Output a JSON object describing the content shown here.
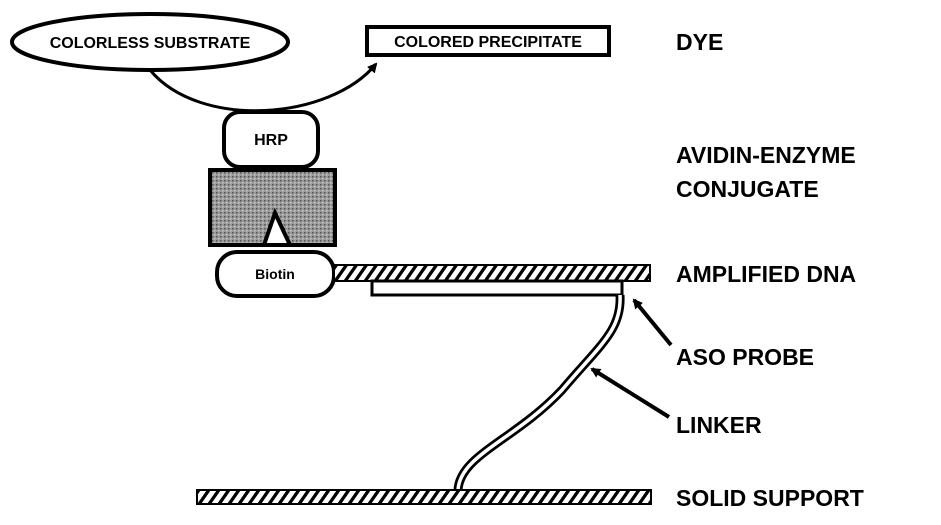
{
  "shapes": {
    "substrate": "COLORLESS SUBSTRATE",
    "precipitate": "COLORED PRECIPITATE",
    "enzyme": "HRP",
    "biotin": "Biotin"
  },
  "labels": {
    "dye": "DYE",
    "conjugate_line1": "AVIDIN-ENZYME",
    "conjugate_line2": "CONJUGATE",
    "amplified_dna": "AMPLIFIED DNA",
    "aso_probe": "ASO PROBE",
    "linker": "LINKER",
    "solid_support": "SOLID SUPPORT"
  },
  "colors": {
    "ink": "#000000",
    "background": "#ffffff",
    "avidin_fill": "#8f8f8f"
  }
}
